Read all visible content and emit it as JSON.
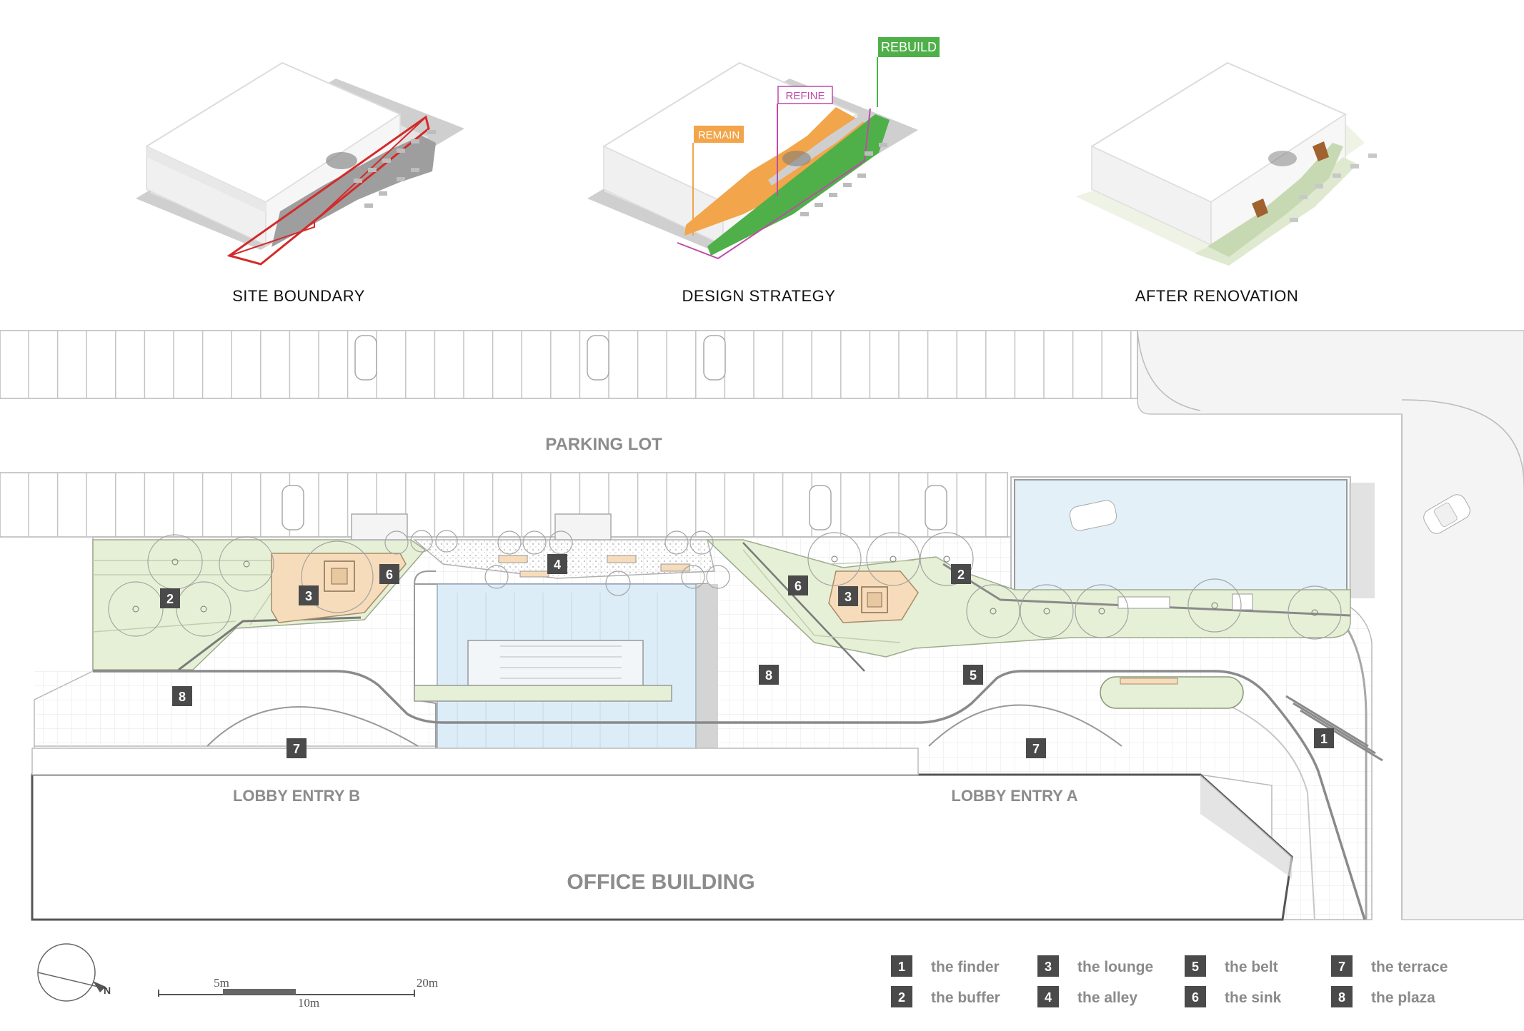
{
  "diagrams": {
    "site_boundary": "SITE BOUNDARY",
    "design_strategy": "DESIGN STRATEGY",
    "after_renovation": "AFTER RENOVATION"
  },
  "strategy_tags": {
    "remain": "REMAIN",
    "refine": "REFINE",
    "rebuild": "REBUILD"
  },
  "colors": {
    "remain": "#f2a54a",
    "refine": "#c04aa8",
    "rebuild": "#4fb04a",
    "boundary": "#d42a2a",
    "green_area": "#e6f0d6",
    "lounge": "#f6dcba",
    "glass": "#d9ecf7",
    "label_box": "#4a4a4a"
  },
  "plan": {
    "parking_lot": "PARKING LOT",
    "lobby_entry_b": "LOBBY ENTRY B",
    "lobby_entry_a": "LOBBY ENTRY A",
    "office_building": "OFFICE BUILDING",
    "zone_markers": [
      "1",
      "2",
      "3",
      "4",
      "5",
      "6",
      "7",
      "8"
    ]
  },
  "legend": [
    {
      "num": "1",
      "label": "the finder"
    },
    {
      "num": "2",
      "label": "the buffer"
    },
    {
      "num": "3",
      "label": "the lounge"
    },
    {
      "num": "4",
      "label": "the alley"
    },
    {
      "num": "5",
      "label": "the belt"
    },
    {
      "num": "6",
      "label": "the sink"
    },
    {
      "num": "7",
      "label": "the terrace"
    },
    {
      "num": "8",
      "label": "the plaza"
    }
  ],
  "scale": {
    "tick_a": "5m",
    "tick_b": "10m",
    "tick_c": "20m"
  },
  "north_label": "N"
}
